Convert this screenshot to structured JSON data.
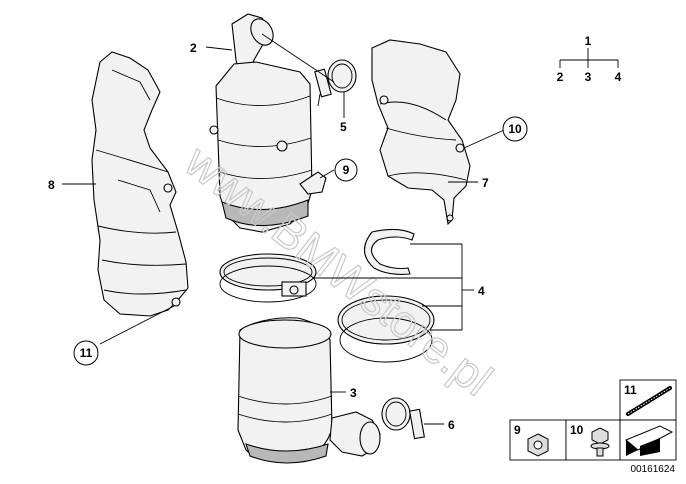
{
  "callouts": {
    "n1": "1",
    "n2": "2",
    "n3": "3",
    "n4": "4",
    "n5": "5",
    "n6": "6",
    "n7": "7",
    "n8": "8",
    "n9": "9",
    "n10": "10",
    "n11": "11"
  },
  "tree": {
    "root": "1",
    "children": [
      "2",
      "3",
      "4"
    ]
  },
  "legend": {
    "item11": "11",
    "item9": "9",
    "item10": "10"
  },
  "watermark": "www.BMWstore.pl",
  "diagram_code": "00161624"
}
